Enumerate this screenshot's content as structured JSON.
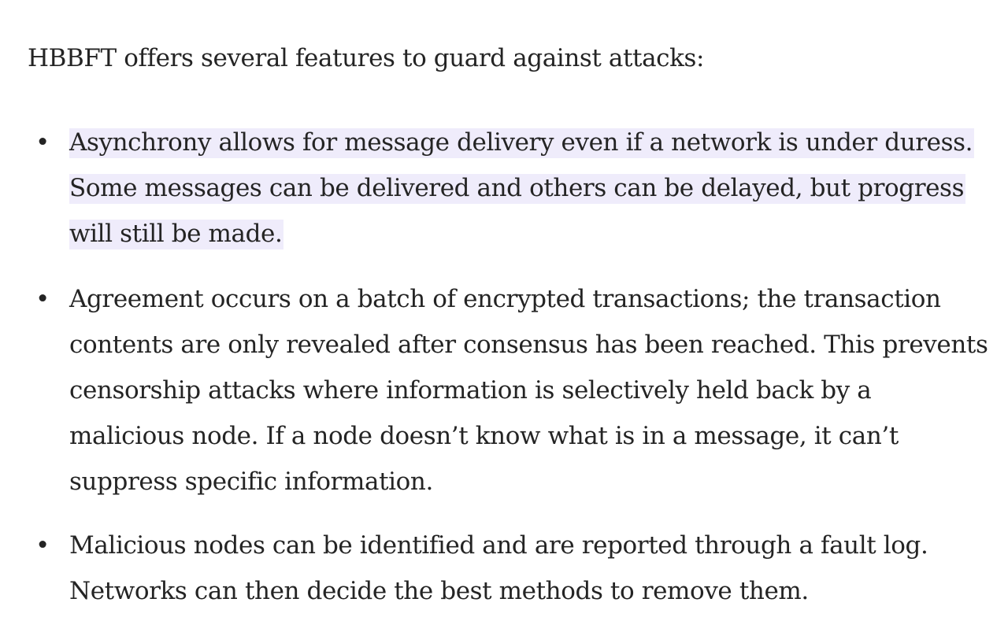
{
  "intro": "HBBFT offers several features to guard against attacks:",
  "bullet_symbol": "•",
  "highlight_color": "#efecfb",
  "items": [
    {
      "highlighted": true,
      "lines": [
        "Asynchrony allows for message delivery even if a network is under duress.",
        "Some messages can be delivered and others can be delayed, but progress",
        "will still be made."
      ]
    },
    {
      "highlighted": false,
      "lines": [
        "Agreement occurs on a batch of encrypted transactions; the transaction",
        "contents are only revealed after consensus has been reached. This prevents",
        "censorship attacks where information is selectively held back by a",
        "malicious node. If a node doesn’t know what is in a message, it can’t",
        "suppress specific information."
      ]
    },
    {
      "highlighted": false,
      "lines": [
        "Malicious nodes can be identified and are reported through a fault log.",
        "Networks can then decide the best methods to remove them."
      ]
    }
  ]
}
